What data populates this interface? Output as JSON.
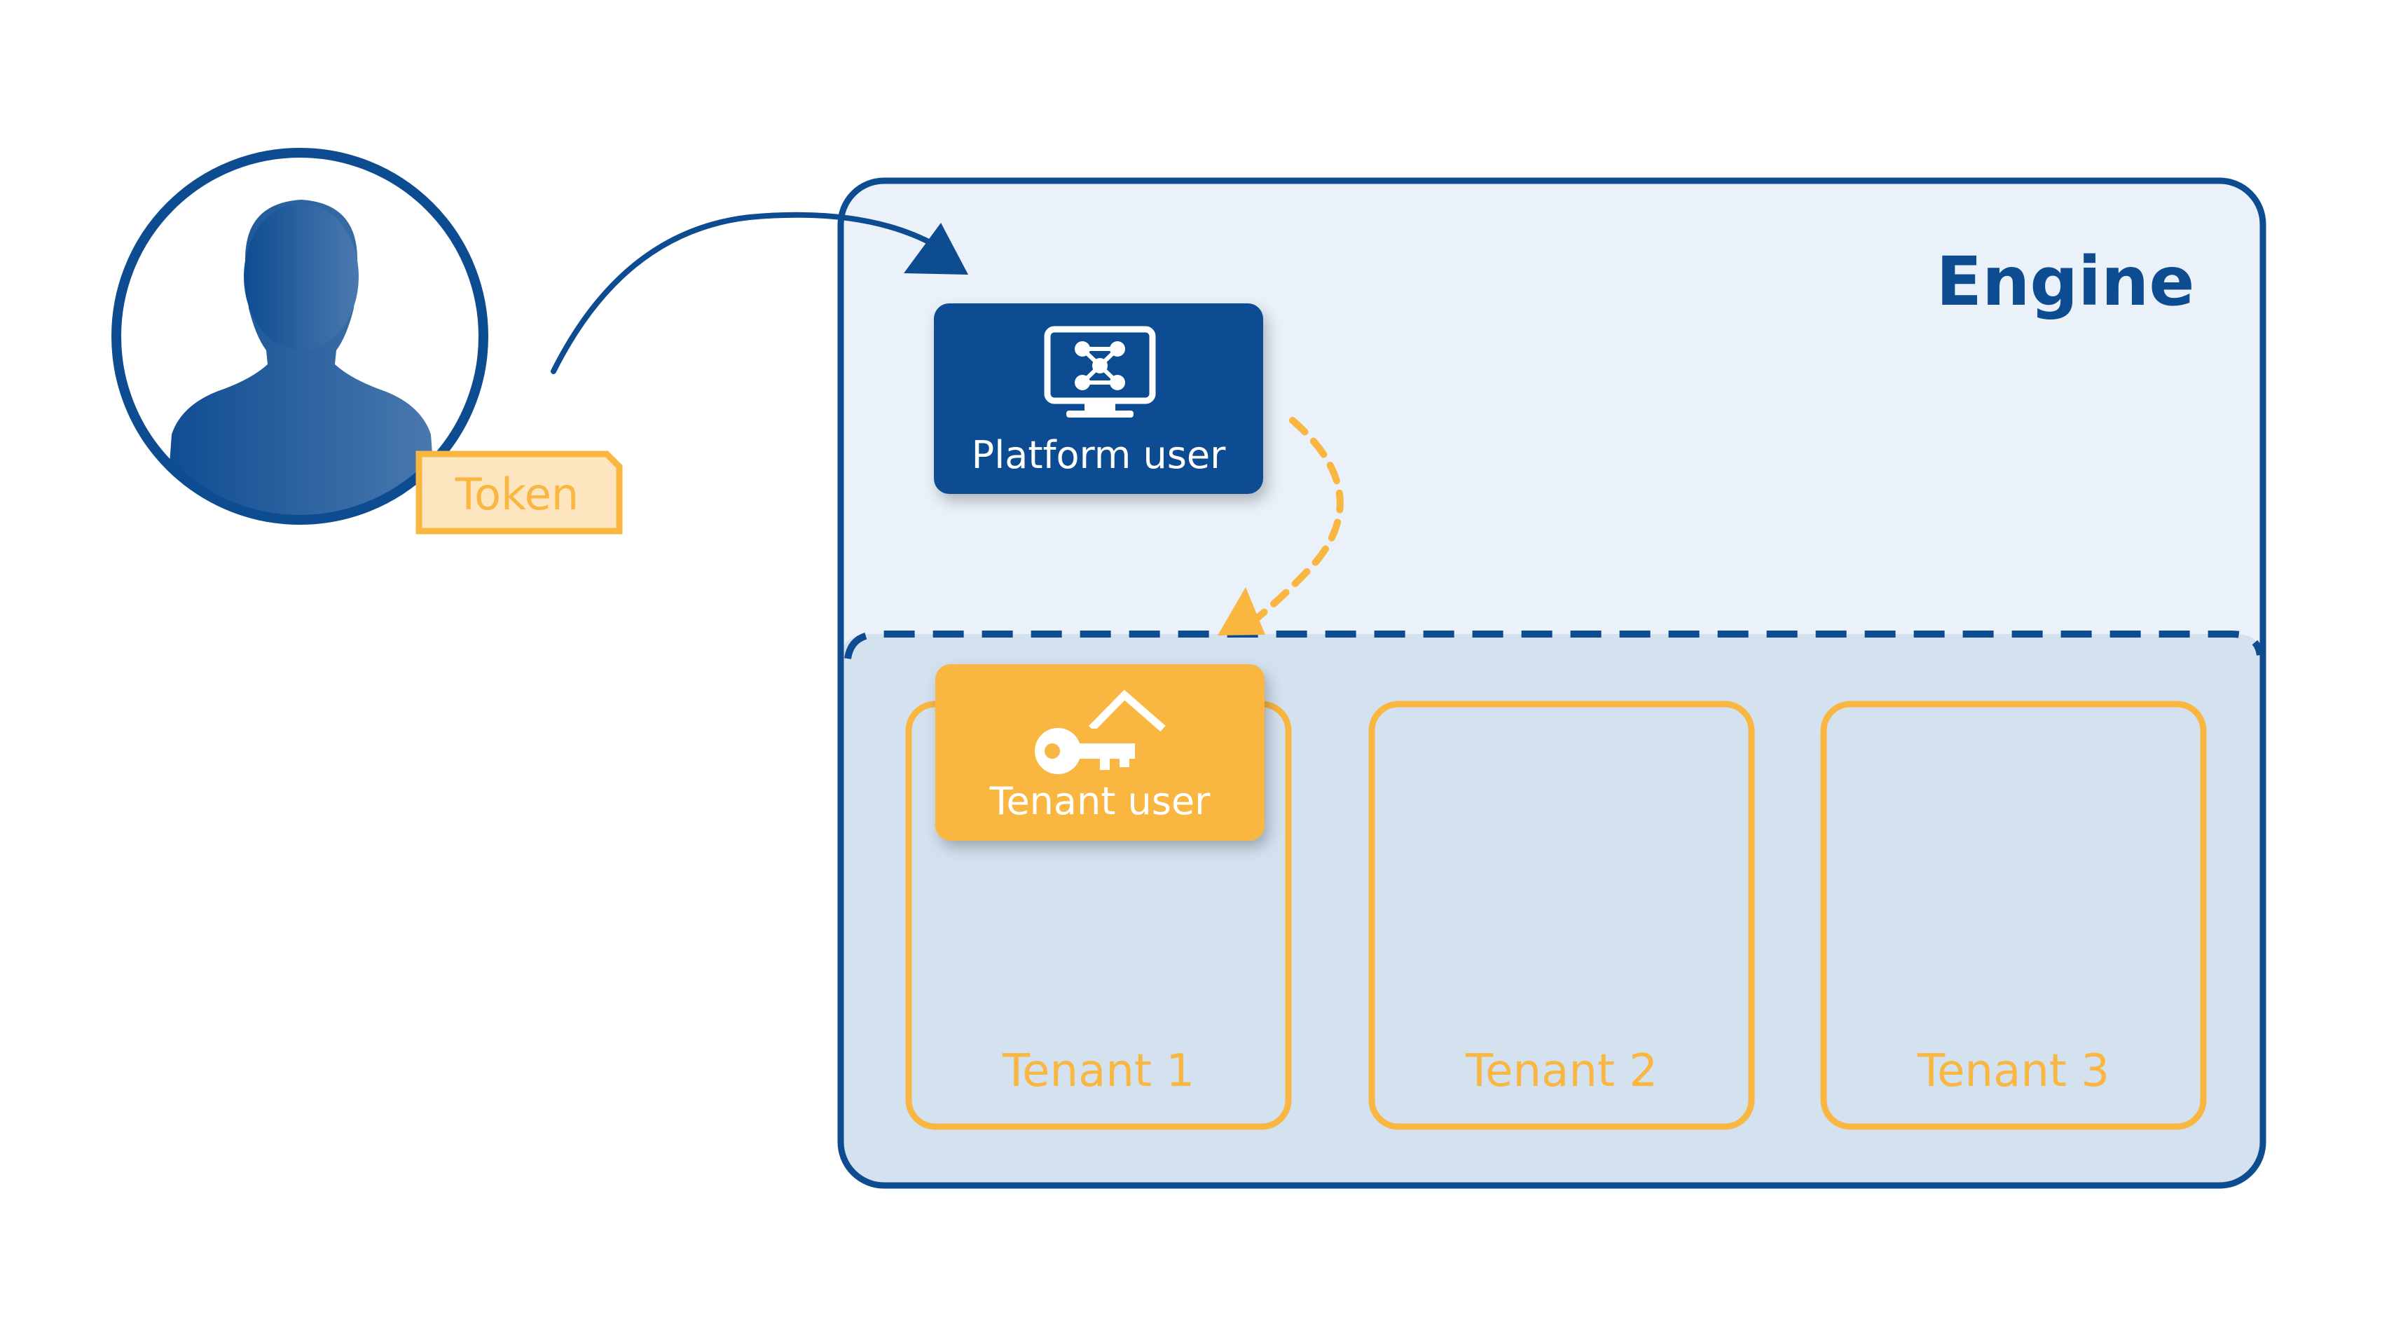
{
  "engine": {
    "title": "Engine"
  },
  "user": {
    "token_label": "Token"
  },
  "platform_user": {
    "label": "Platform user"
  },
  "tenant_user": {
    "label": "Tenant user"
  },
  "tenants": [
    {
      "label": "Tenant 1"
    },
    {
      "label": "Tenant 2"
    },
    {
      "label": "Tenant 3"
    }
  ],
  "colors": {
    "navy": "#0E4C92",
    "navy_mid": "#2F64A4",
    "engine_fill": "#EAF1F9",
    "tenant_zone_fill": "#D4E1EF",
    "orange": "#F9B640",
    "token_fill": "#FDE6BF",
    "white": "#FFFFFF"
  },
  "icons": {
    "user": "user-silhouette-icon",
    "platform": "monitor-network-icon",
    "tenant": "key-house-icon"
  }
}
